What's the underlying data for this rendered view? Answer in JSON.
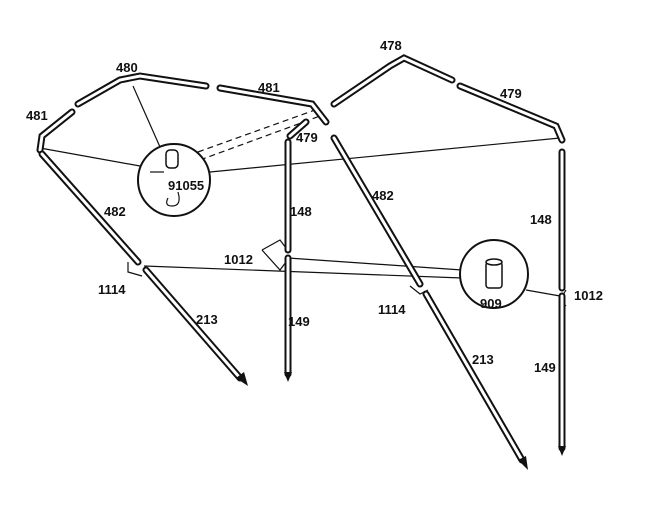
{
  "labels": {
    "l480": "480",
    "l481_left": "481",
    "l481_mid": "481",
    "l478": "478",
    "l479_right": "479",
    "l479_mid": "479",
    "l482_left": "482",
    "l482_mid": "482",
    "l148_mid": "148",
    "l148_right": "148",
    "l1012_mid": "1012",
    "l1012_right": "1012",
    "l1114_left": "1114",
    "l1114_mid": "1114",
    "l213_left": "213",
    "l213_right": "213",
    "l149_mid": "149",
    "l149_right": "149",
    "l91055": "91055",
    "l909": "909"
  }
}
